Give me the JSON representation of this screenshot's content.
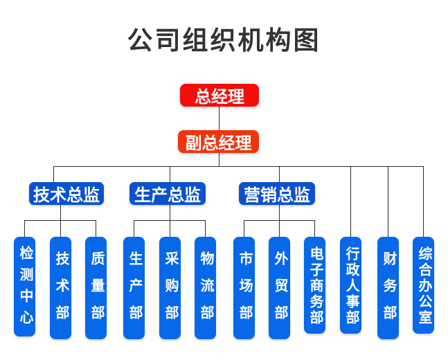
{
  "title": "公司组织机构图",
  "colors": {
    "background": "#ffffff",
    "title": "#333333",
    "line": "#2b2b2b",
    "red_primary": "#f50d0b",
    "red_secondary": "#f0350c",
    "blue_director": "#0b52cf",
    "blue_department": "#0768e9"
  },
  "nodes": {
    "general_manager": "总经理",
    "deputy_general_manager": "副总经理",
    "directors": [
      {
        "label": "技术总监",
        "departments": [
          "检测中心",
          "技术部",
          "质量部"
        ]
      },
      {
        "label": "生产总监",
        "departments": [
          "生产部",
          "采购部",
          "物流部"
        ]
      },
      {
        "label": "营销总监",
        "departments": [
          "市场部",
          "外贸部",
          "电子商务部"
        ]
      }
    ],
    "direct_departments": [
      "行政人事部",
      "财务部",
      "综合办公室"
    ]
  }
}
